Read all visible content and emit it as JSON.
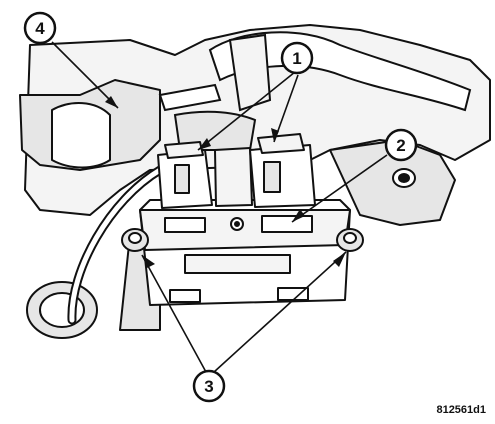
{
  "figure_id": "812561d1",
  "callouts": [
    {
      "number": "1"
    },
    {
      "number": "2"
    },
    {
      "number": "3"
    },
    {
      "number": "4"
    }
  ],
  "colors": {
    "ink": "#111111",
    "shade": "#e6e6e6",
    "light": "#f4f4f4",
    "paper": "#ffffff"
  }
}
